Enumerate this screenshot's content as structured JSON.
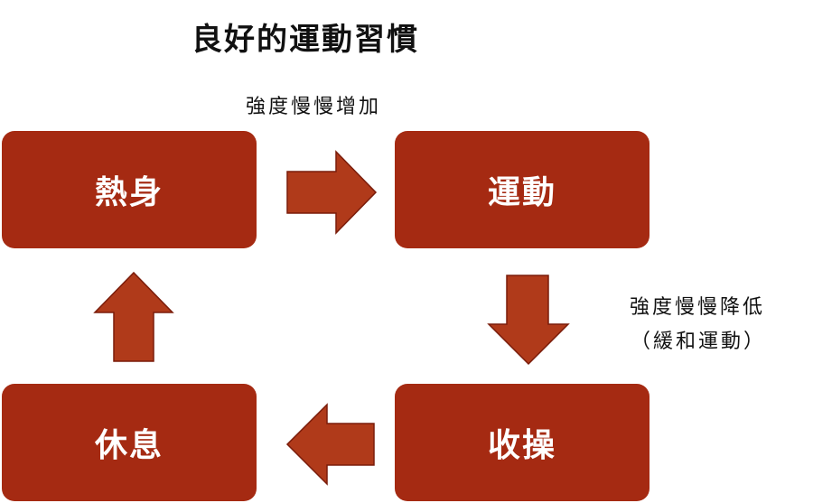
{
  "title": "良好的運動習慣",
  "colors": {
    "box_fill": "#a52a12",
    "arrow_fill": "#b03a1a"
  },
  "steps": {
    "warmup": "熱身",
    "exercise": "運動",
    "cooldown": "收操",
    "rest": "休息"
  },
  "notes": {
    "intensity_up": "強度慢慢增加",
    "intensity_down": "強度慢慢降低",
    "intensity_down_sub": "（緩和運動）"
  }
}
